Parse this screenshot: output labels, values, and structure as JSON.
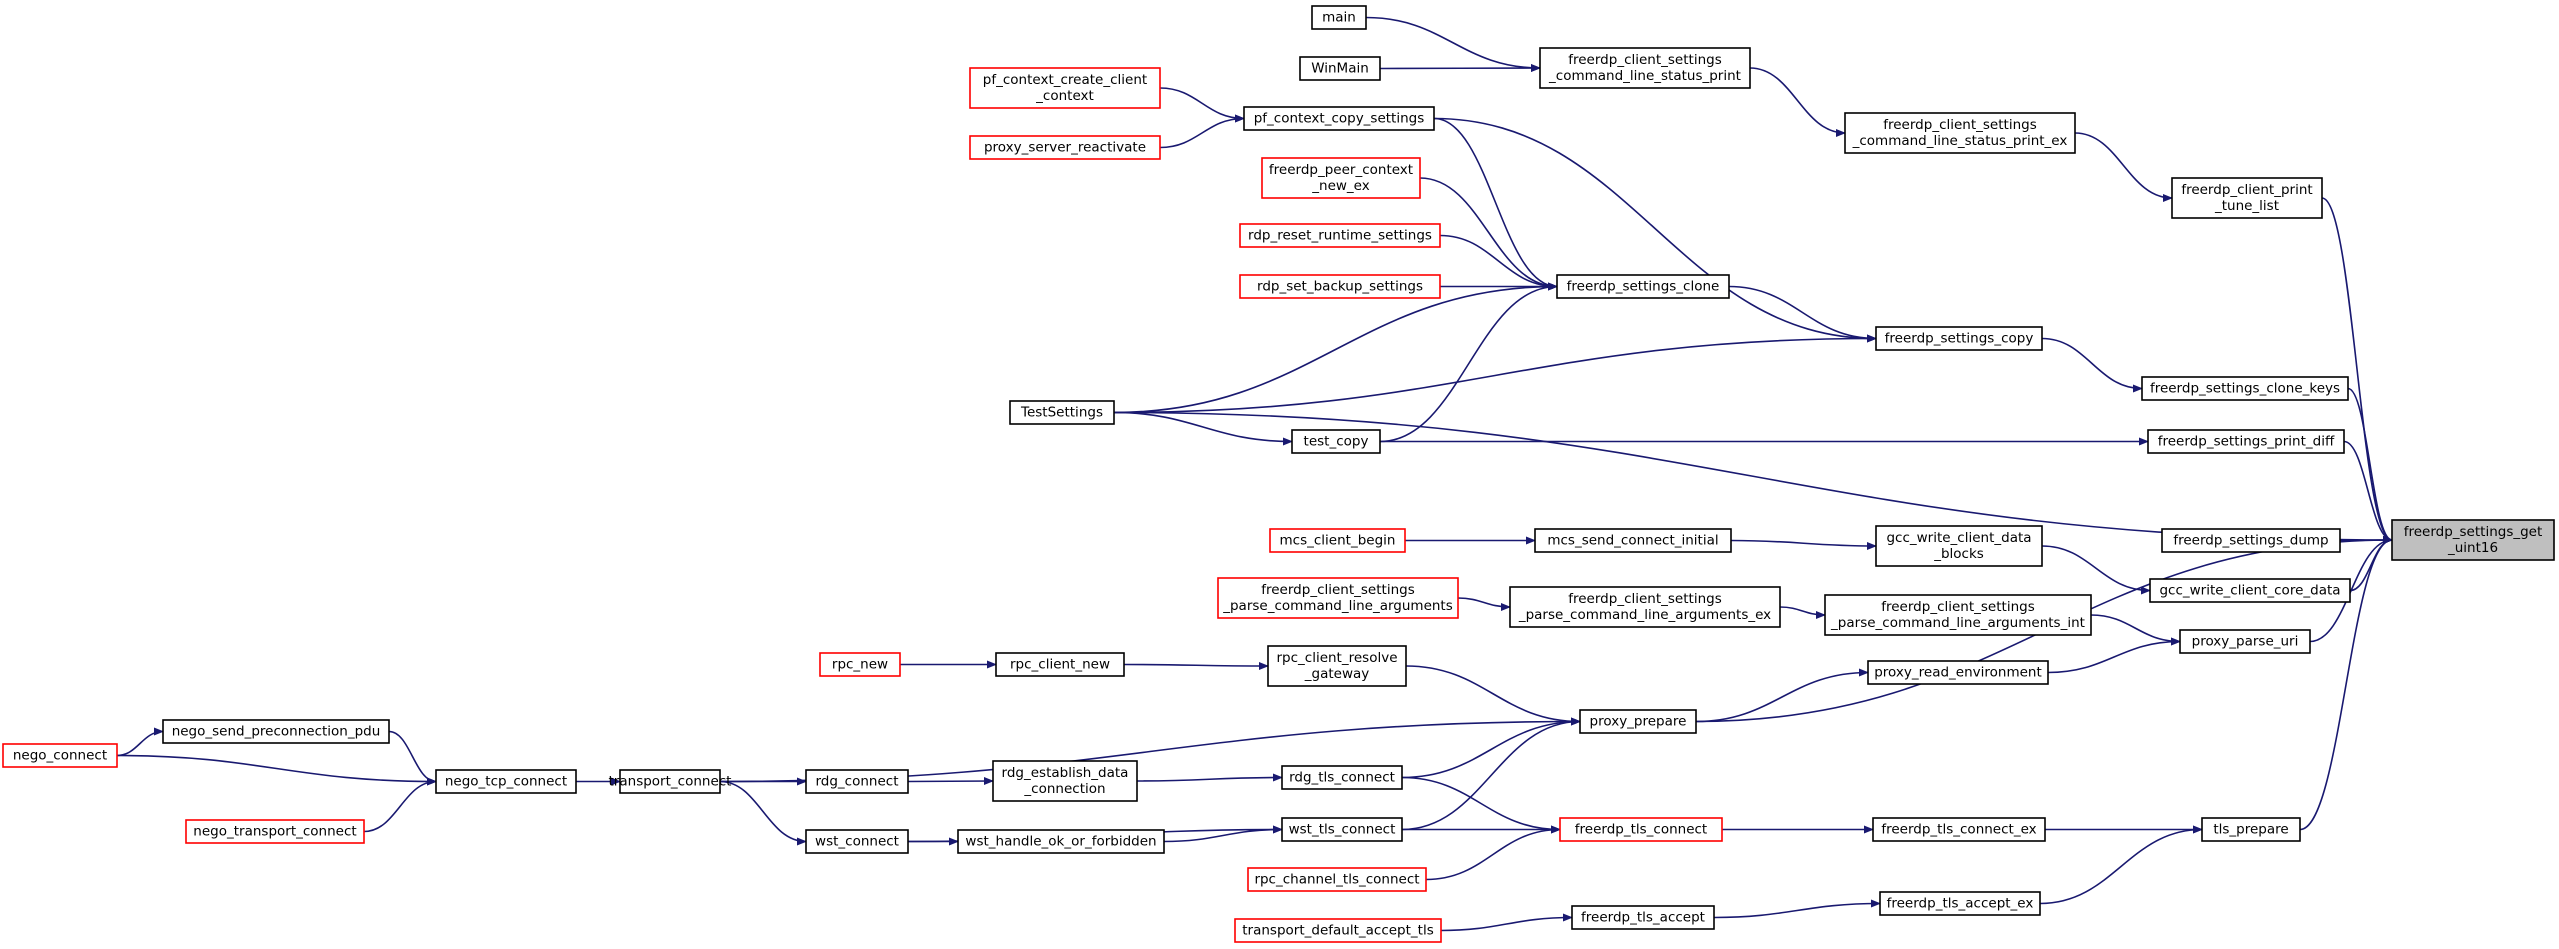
{
  "colors": {
    "edge": "#191970",
    "normal_border": "#000000",
    "truncated_border": "#ff0000",
    "root_fill": "#bfbfbf"
  },
  "nodes": [
    {
      "id": "root",
      "lines": [
        "freerdp_settings_get",
        "_uint16"
      ],
      "style": "root"
    },
    {
      "id": "main",
      "lines": [
        "main"
      ],
      "style": "black"
    },
    {
      "id": "winmain",
      "lines": [
        "WinMain"
      ],
      "style": "black"
    },
    {
      "id": "clsp",
      "lines": [
        "freerdp_client_settings",
        "_command_line_status_print"
      ],
      "style": "black"
    },
    {
      "id": "clspex",
      "lines": [
        "freerdp_client_settings",
        "_command_line_status_print_ex"
      ],
      "style": "black"
    },
    {
      "id": "tune",
      "lines": [
        "freerdp_client_print",
        "_tune_list"
      ],
      "style": "black"
    },
    {
      "id": "pfcc",
      "lines": [
        "pf_context_create_client",
        "_context"
      ],
      "style": "red"
    },
    {
      "id": "psr",
      "lines": [
        "proxy_server_reactivate"
      ],
      "style": "red"
    },
    {
      "id": "pfcs",
      "lines": [
        "pf_context_copy_settings"
      ],
      "style": "black"
    },
    {
      "id": "fpcn",
      "lines": [
        "freerdp_peer_context",
        "_new_ex"
      ],
      "style": "red"
    },
    {
      "id": "rrrs",
      "lines": [
        "rdp_reset_runtime_settings"
      ],
      "style": "red"
    },
    {
      "id": "rsbs",
      "lines": [
        "rdp_set_backup_settings"
      ],
      "style": "red"
    },
    {
      "id": "fsclone",
      "lines": [
        "freerdp_settings_clone"
      ],
      "style": "black"
    },
    {
      "id": "fscopy",
      "lines": [
        "freerdp_settings_copy"
      ],
      "style": "black"
    },
    {
      "id": "fsck",
      "lines": [
        "freerdp_settings_clone_keys"
      ],
      "style": "black"
    },
    {
      "id": "testsettings",
      "lines": [
        "TestSettings"
      ],
      "style": "black"
    },
    {
      "id": "testcopy",
      "lines": [
        "test_copy"
      ],
      "style": "black"
    },
    {
      "id": "fspd",
      "lines": [
        "freerdp_settings_print_diff"
      ],
      "style": "black"
    },
    {
      "id": "mcb",
      "lines": [
        "mcs_client_begin"
      ],
      "style": "red"
    },
    {
      "id": "msci",
      "lines": [
        "mcs_send_connect_initial"
      ],
      "style": "black"
    },
    {
      "id": "gwcdb",
      "lines": [
        "gcc_write_client_data",
        "_blocks"
      ],
      "style": "black"
    },
    {
      "id": "fsd",
      "lines": [
        "freerdp_settings_dump"
      ],
      "style": "black"
    },
    {
      "id": "gwccd",
      "lines": [
        "gcc_write_client_core_data"
      ],
      "style": "black"
    },
    {
      "id": "fcspcla",
      "lines": [
        "freerdp_client_settings",
        "_parse_command_line_arguments"
      ],
      "style": "red"
    },
    {
      "id": "fcspclaex",
      "lines": [
        "freerdp_client_settings",
        "_parse_command_line_arguments_ex"
      ],
      "style": "black"
    },
    {
      "id": "fcspclaint",
      "lines": [
        "freerdp_client_settings",
        "_parse_command_line_arguments_int"
      ],
      "style": "black"
    },
    {
      "id": "ppu",
      "lines": [
        "proxy_parse_uri"
      ],
      "style": "black"
    },
    {
      "id": "rpcnew",
      "lines": [
        "rpc_new"
      ],
      "style": "red"
    },
    {
      "id": "rpccn",
      "lines": [
        "rpc_client_new"
      ],
      "style": "black"
    },
    {
      "id": "rcrg",
      "lines": [
        "rpc_client_resolve",
        "_gateway"
      ],
      "style": "black"
    },
    {
      "id": "pre",
      "lines": [
        "proxy_read_environment"
      ],
      "style": "black"
    },
    {
      "id": "pp",
      "lines": [
        "proxy_prepare"
      ],
      "style": "black"
    },
    {
      "id": "nego",
      "lines": [
        "nego_connect"
      ],
      "style": "red"
    },
    {
      "id": "nspp",
      "lines": [
        "nego_send_preconnection_pdu"
      ],
      "style": "black"
    },
    {
      "id": "ntc",
      "lines": [
        "nego_tcp_connect"
      ],
      "style": "black"
    },
    {
      "id": "ntrc",
      "lines": [
        "nego_transport_connect"
      ],
      "style": "red"
    },
    {
      "id": "tc",
      "lines": [
        "transport_connect"
      ],
      "style": "black"
    },
    {
      "id": "rdgc",
      "lines": [
        "rdg_connect"
      ],
      "style": "black"
    },
    {
      "id": "redc",
      "lines": [
        "rdg_establish_data",
        "_connection"
      ],
      "style": "black"
    },
    {
      "id": "rtc",
      "lines": [
        "rdg_tls_connect"
      ],
      "style": "black"
    },
    {
      "id": "wstc",
      "lines": [
        "wst_connect"
      ],
      "style": "black"
    },
    {
      "id": "whof",
      "lines": [
        "wst_handle_ok_or_forbidden"
      ],
      "style": "black"
    },
    {
      "id": "wtc",
      "lines": [
        "wst_tls_connect"
      ],
      "style": "black"
    },
    {
      "id": "ftc",
      "lines": [
        "freerdp_tls_connect"
      ],
      "style": "red"
    },
    {
      "id": "ftcex",
      "lines": [
        "freerdp_tls_connect_ex"
      ],
      "style": "black"
    },
    {
      "id": "tlsp",
      "lines": [
        "tls_prepare"
      ],
      "style": "black"
    },
    {
      "id": "rctc",
      "lines": [
        "rpc_channel_tls_connect"
      ],
      "style": "red"
    },
    {
      "id": "tdat",
      "lines": [
        "transport_default_accept_tls"
      ],
      "style": "red"
    },
    {
      "id": "fta",
      "lines": [
        "freerdp_tls_accept"
      ],
      "style": "black"
    },
    {
      "id": "ftaex",
      "lines": [
        "freerdp_tls_accept_ex"
      ],
      "style": "black"
    }
  ],
  "edges": [
    [
      "main",
      "clsp"
    ],
    [
      "winmain",
      "clsp"
    ],
    [
      "clsp",
      "clspex"
    ],
    [
      "clspex",
      "tune"
    ],
    [
      "tune",
      "root"
    ],
    [
      "pfcc",
      "pfcs"
    ],
    [
      "psr",
      "pfcs"
    ],
    [
      "pfcs",
      "fsclone"
    ],
    [
      "pfcs",
      "fscopy"
    ],
    [
      "fpcn",
      "fsclone"
    ],
    [
      "rrrs",
      "fsclone"
    ],
    [
      "rsbs",
      "fsclone"
    ],
    [
      "testsettings",
      "fsclone"
    ],
    [
      "testcopy",
      "fsclone"
    ],
    [
      "fsclone",
      "fscopy"
    ],
    [
      "testsettings",
      "fscopy"
    ],
    [
      "fscopy",
      "fsck"
    ],
    [
      "fsck",
      "root"
    ],
    [
      "testsettings",
      "testcopy"
    ],
    [
      "testcopy",
      "fspd"
    ],
    [
      "fspd",
      "root"
    ],
    [
      "testsettings",
      "root"
    ],
    [
      "mcb",
      "msci"
    ],
    [
      "msci",
      "gwcdb"
    ],
    [
      "gwcdb",
      "gwccd"
    ],
    [
      "fsd",
      "root"
    ],
    [
      "gwccd",
      "root"
    ],
    [
      "fcspcla",
      "fcspclaex"
    ],
    [
      "fcspclaex",
      "fcspclaint"
    ],
    [
      "fcspclaint",
      "ppu"
    ],
    [
      "ppu",
      "root"
    ],
    [
      "rpcnew",
      "rpccn"
    ],
    [
      "rpccn",
      "rcrg"
    ],
    [
      "rcrg",
      "pp"
    ],
    [
      "pre",
      "ppu"
    ],
    [
      "pp",
      "pre"
    ],
    [
      "pp",
      "root"
    ],
    [
      "nego",
      "nspp"
    ],
    [
      "nego",
      "ntc"
    ],
    [
      "nspp",
      "ntc"
    ],
    [
      "ntrc",
      "ntc"
    ],
    [
      "ntc",
      "tc"
    ],
    [
      "tc",
      "pp"
    ],
    [
      "tc",
      "rdgc"
    ],
    [
      "tc",
      "wstc"
    ],
    [
      "rdgc",
      "redc"
    ],
    [
      "redc",
      "rtc"
    ],
    [
      "rtc",
      "pp"
    ],
    [
      "rtc",
      "ftc"
    ],
    [
      "wstc",
      "whof"
    ],
    [
      "wstc",
      "wtc"
    ],
    [
      "whof",
      "wtc"
    ],
    [
      "wtc",
      "pp"
    ],
    [
      "wtc",
      "ftc"
    ],
    [
      "rctc",
      "ftc"
    ],
    [
      "ftc",
      "ftcex"
    ],
    [
      "ftcex",
      "tlsp"
    ],
    [
      "tlsp",
      "root"
    ],
    [
      "tdat",
      "fta"
    ],
    [
      "fta",
      "ftaex"
    ],
    [
      "ftaex",
      "tlsp"
    ]
  ]
}
